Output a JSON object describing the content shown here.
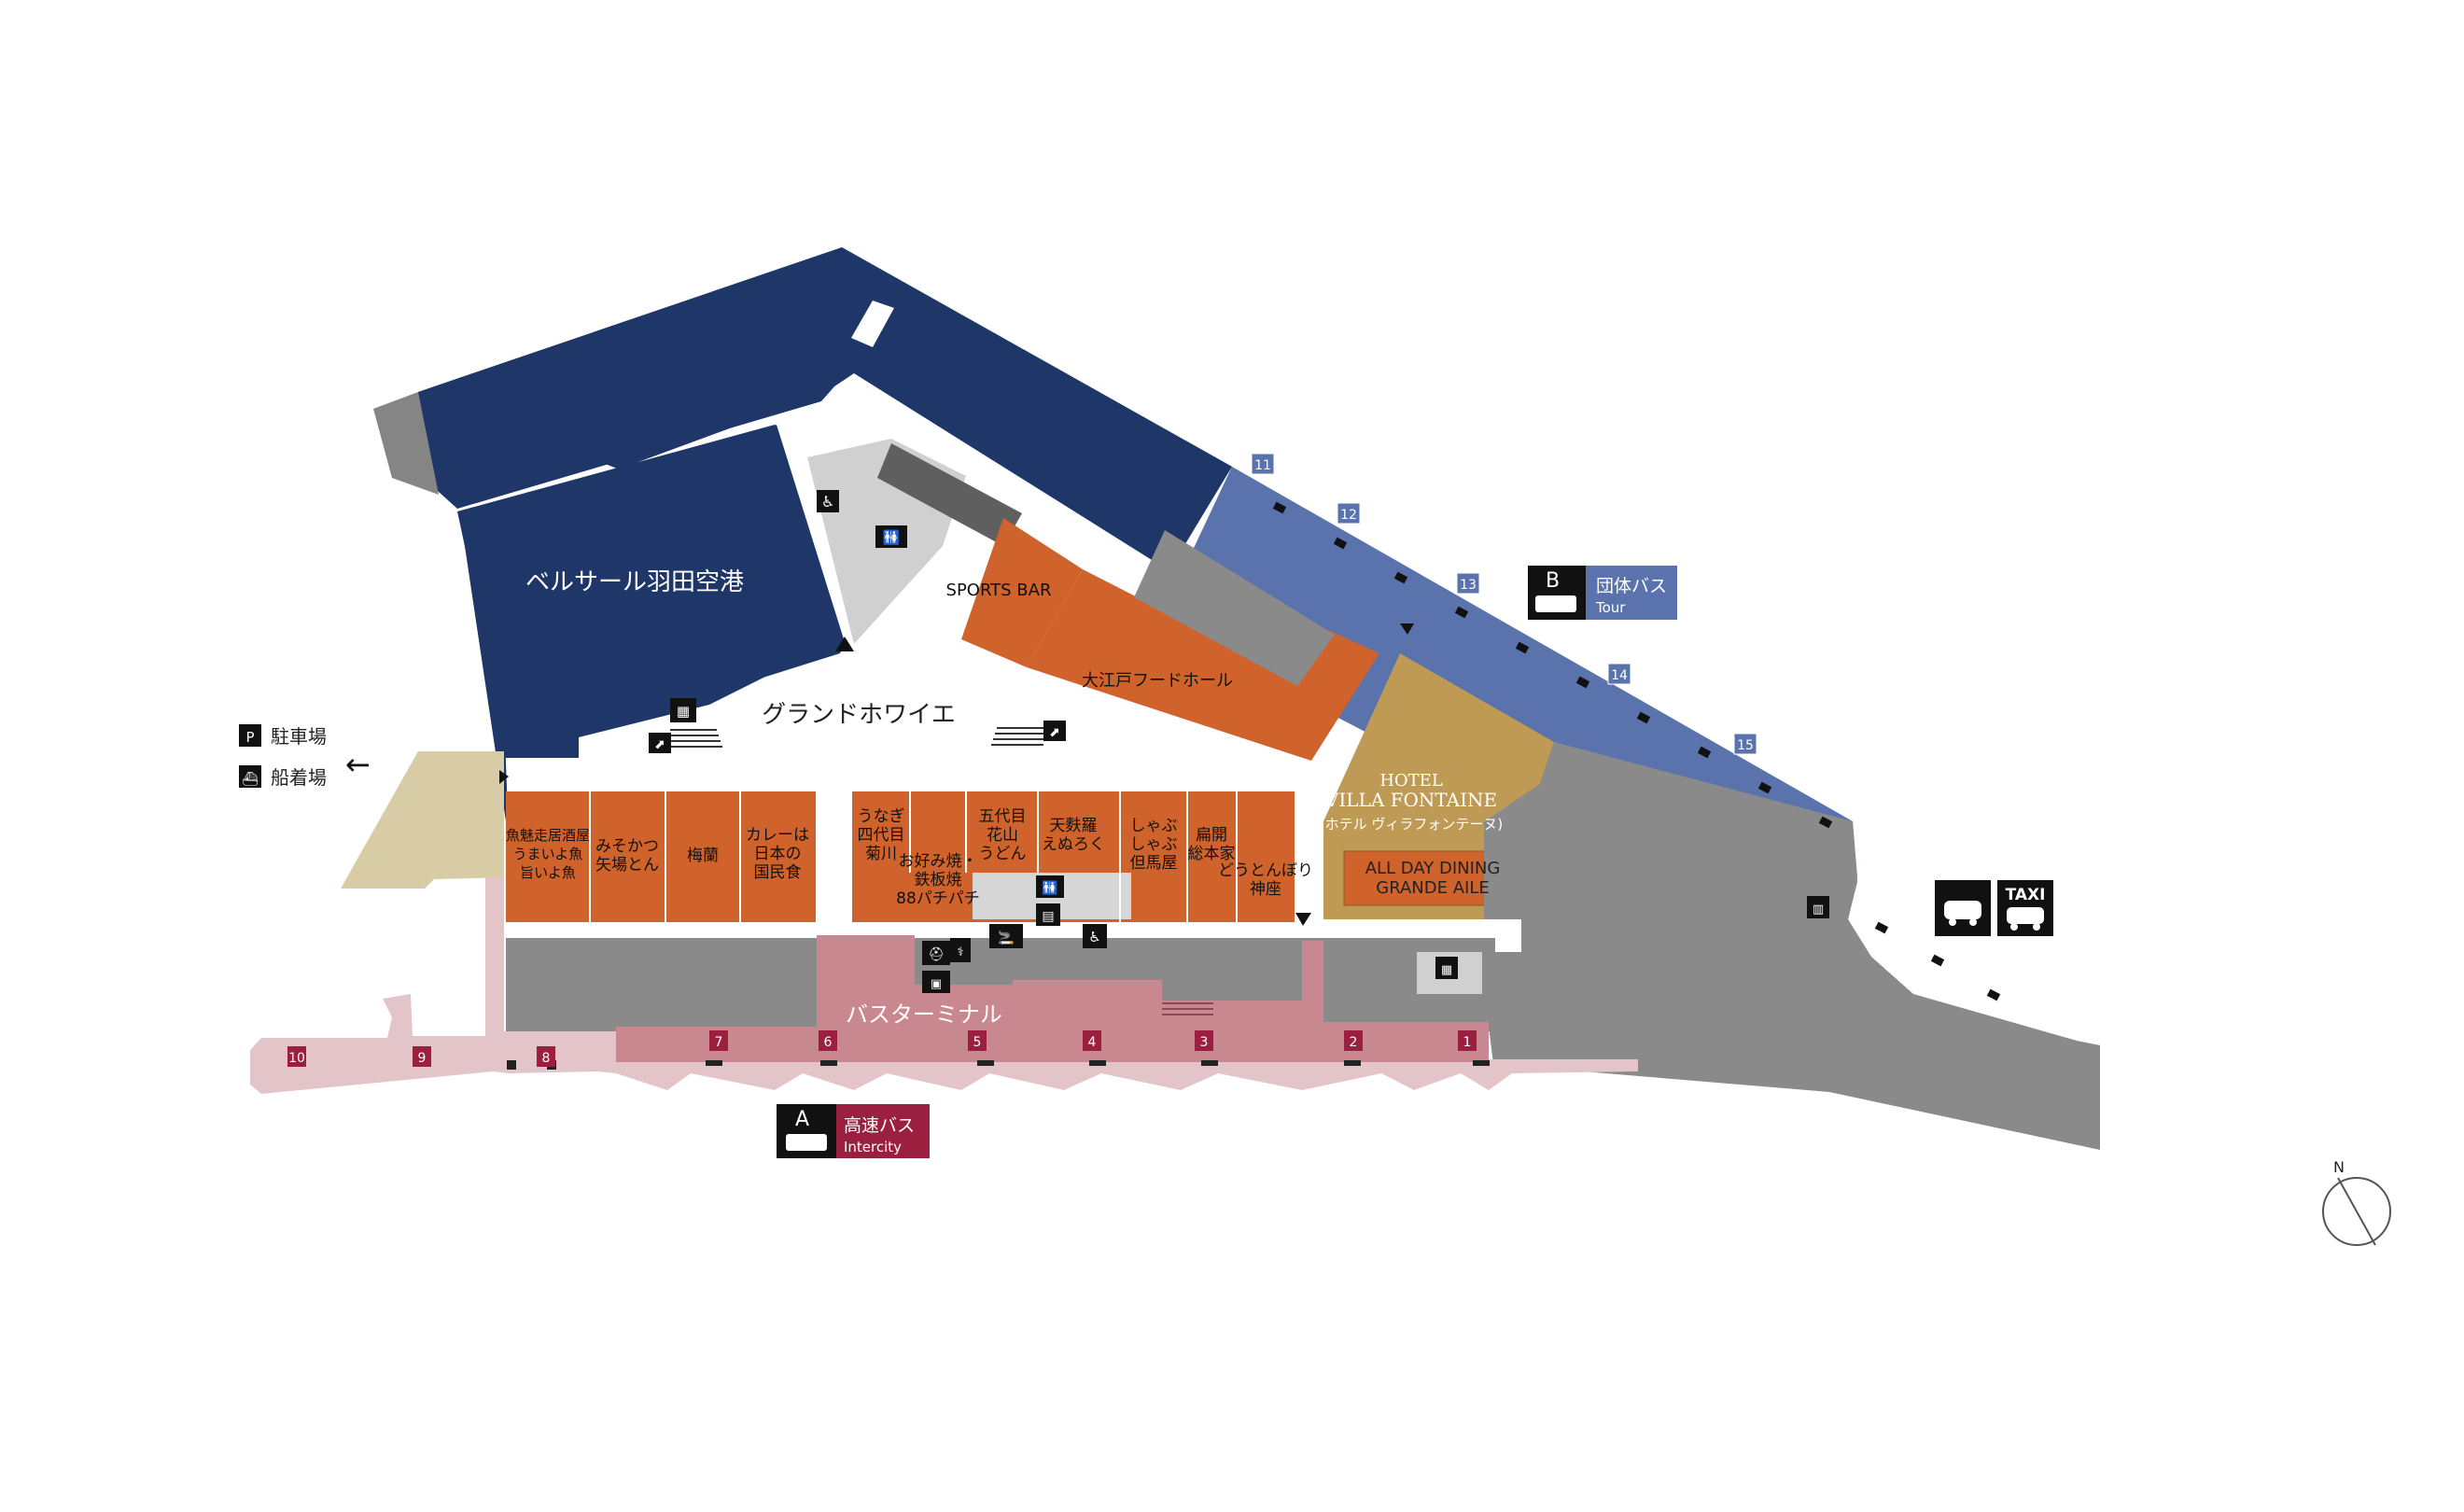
{
  "areas": {
    "bellesalle": "ベルサール羽田空港",
    "grand_foyer": "グランドホワイエ",
    "sports_bar": "SPORTS BAR",
    "food_hall": "大江戸フードホール",
    "hotel_line1": "HOTEL",
    "hotel_line2": "VILLA FONTAINE",
    "hotel_jp": "(ホテル ヴィラフォンテーヌ)",
    "dining_line1": "ALL DAY DINING",
    "dining_line2": "GRANDE AILE",
    "bus_terminal": "バスターミナル"
  },
  "shops": [
    {
      "lines": [
        "魚魅走居酒屋",
        "うまいよ魚",
        "旨いよ魚"
      ]
    },
    {
      "lines": [
        "みそかつ",
        "矢場とん"
      ]
    },
    {
      "lines": [
        "梅蘭"
      ]
    },
    {
      "lines": [
        "カレーは",
        "日本の",
        "国民食"
      ]
    },
    {
      "lines": [
        "うなぎ",
        "四代目",
        "菊川"
      ]
    },
    {
      "lines": [
        "お好み焼・",
        "鉄板焼",
        "88パチパチ"
      ]
    },
    {
      "lines": [
        "五代目",
        "花山",
        "うどん"
      ]
    },
    {
      "lines": [
        "天麩羅",
        "えぬろく"
      ]
    },
    {
      "lines": [
        "しゃぶ",
        "しゃぶ",
        "但馬屋"
      ]
    },
    {
      "lines": [
        "扁開",
        "総本家"
      ]
    },
    {
      "lines": [
        "どうとんぼり",
        "神座"
      ]
    }
  ],
  "legend": {
    "parking": "駐車場",
    "ferry": "船着場",
    "arrow": "←"
  },
  "bus_a": {
    "letter": "A",
    "jp": "高速バス",
    "en": "Intercity"
  },
  "bus_b": {
    "letter": "B",
    "jp": "団体バス",
    "en": "Tour"
  },
  "taxi": {
    "label": "TAXI"
  },
  "stops_a": [
    "10",
    "9",
    "8",
    "7",
    "6",
    "5",
    "4",
    "3",
    "2",
    "1"
  ],
  "stops_b": [
    "11",
    "12",
    "13",
    "14",
    "15"
  ],
  "compass": {
    "label": "N"
  },
  "colors": {
    "navy": "#1f3669",
    "orange": "#d0622b",
    "gold": "#bf9a55",
    "tan": "#d7cca6",
    "pink": "#e3c4c8",
    "rose": "#c9878f",
    "maroon": "#9b1f3e",
    "blue_lane": "#5a73ad",
    "gray": "#8a8a8a",
    "light_gray": "#d0d0d0"
  }
}
